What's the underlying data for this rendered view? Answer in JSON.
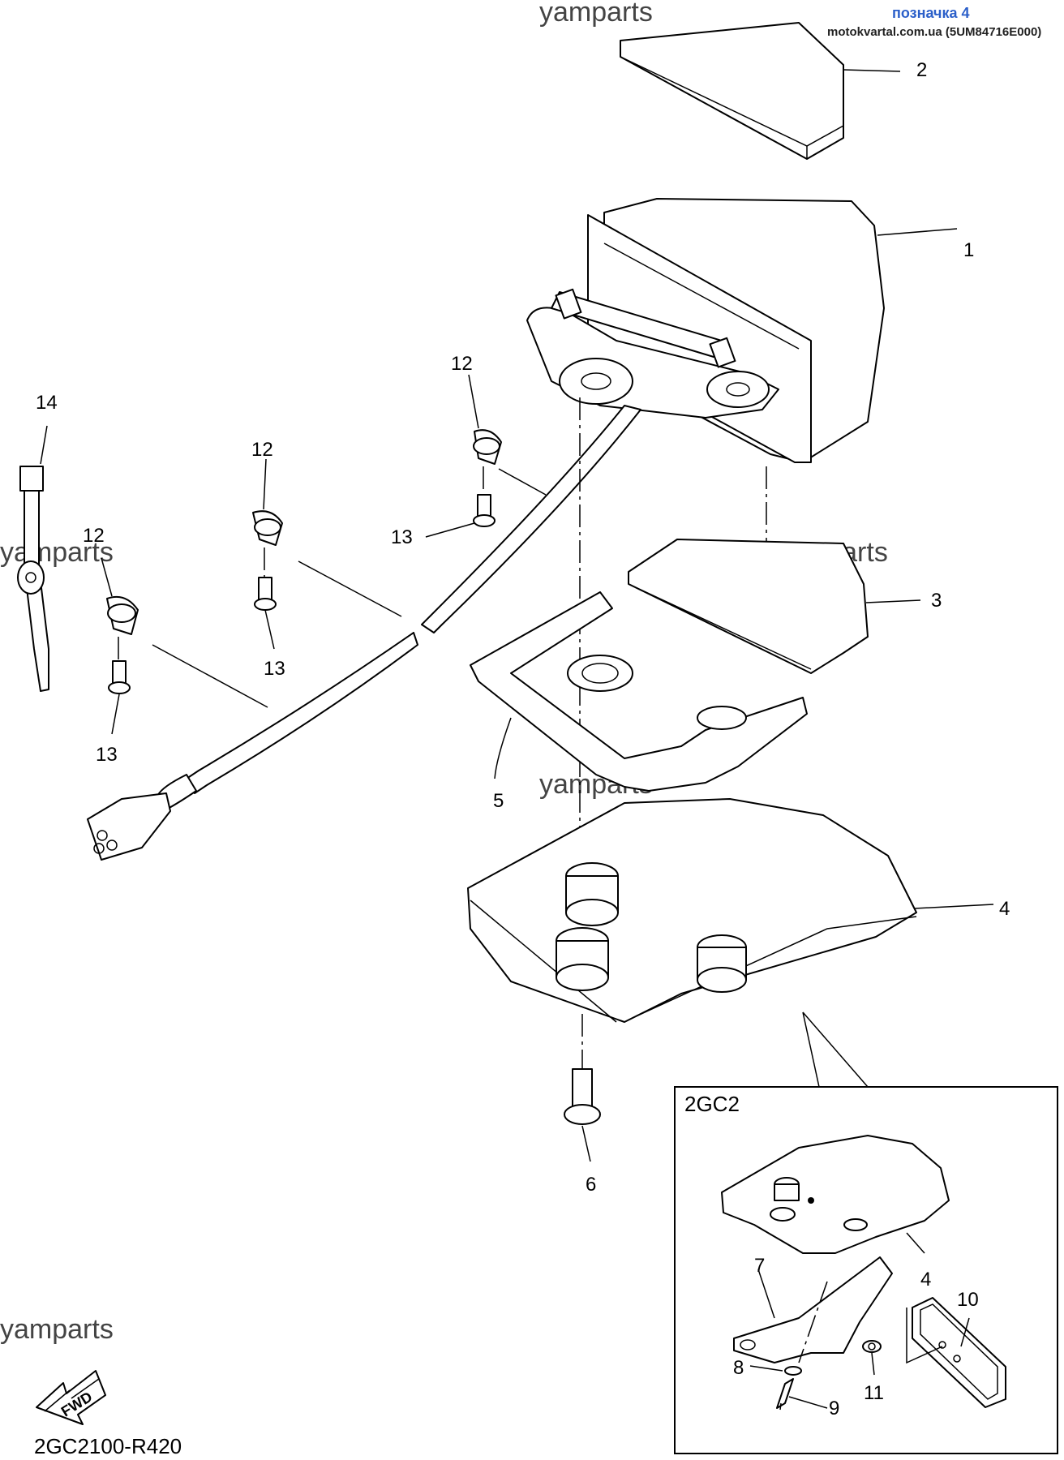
{
  "header": {
    "title": "позначка 4",
    "source": "motokvartal.com.ua (5UM84716E000)"
  },
  "watermark": "yamparts",
  "diagram_code": "2GC2100-R420",
  "fwd_label": "FWD",
  "inset_label": "2GC2",
  "callouts": {
    "c1": "1",
    "c2": "2",
    "c3": "3",
    "c4": "4",
    "c5": "5",
    "c6": "6",
    "c12a": "12",
    "c12b": "12",
    "c12c": "12",
    "c13a": "13",
    "c13b": "13",
    "c13c": "13",
    "c14": "14",
    "i4": "4",
    "i7": "7",
    "i8": "8",
    "i9": "9",
    "i10": "10",
    "i11": "11"
  }
}
